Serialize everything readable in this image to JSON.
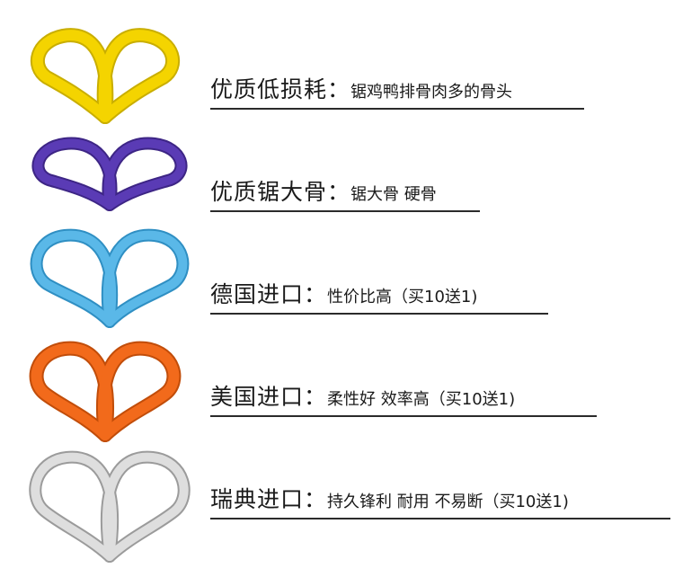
{
  "products": [
    {
      "title": "优质低损耗：",
      "desc": "锯鸡鸭排骨肉多的骨头",
      "color": "#f4d400",
      "edge": "#c9ae00",
      "icon": "yellow-bandsaw-blade"
    },
    {
      "title": "优质锯大骨：",
      "desc": "锯大骨 硬骨",
      "color": "#5a3bb5",
      "edge": "#3d2585",
      "icon": "purple-bandsaw-blade"
    },
    {
      "title": "德国进口：",
      "desc": "性价比高（买10送1)",
      "color": "#5ab8e8",
      "edge": "#2f8fc3",
      "icon": "blue-bandsaw-blade"
    },
    {
      "title": "美国进口：",
      "desc": "柔性好 效率高（买10送1)",
      "color": "#f26a1b",
      "edge": "#c14d0a",
      "icon": "orange-bandsaw-blade"
    },
    {
      "title": "瑞典进口：",
      "desc": "持久锋利 耐用 不易断（买10送1)",
      "color": "#d6d6d6",
      "edge": "#9b9b9b",
      "icon": "silver-bandsaw-blade"
    }
  ]
}
